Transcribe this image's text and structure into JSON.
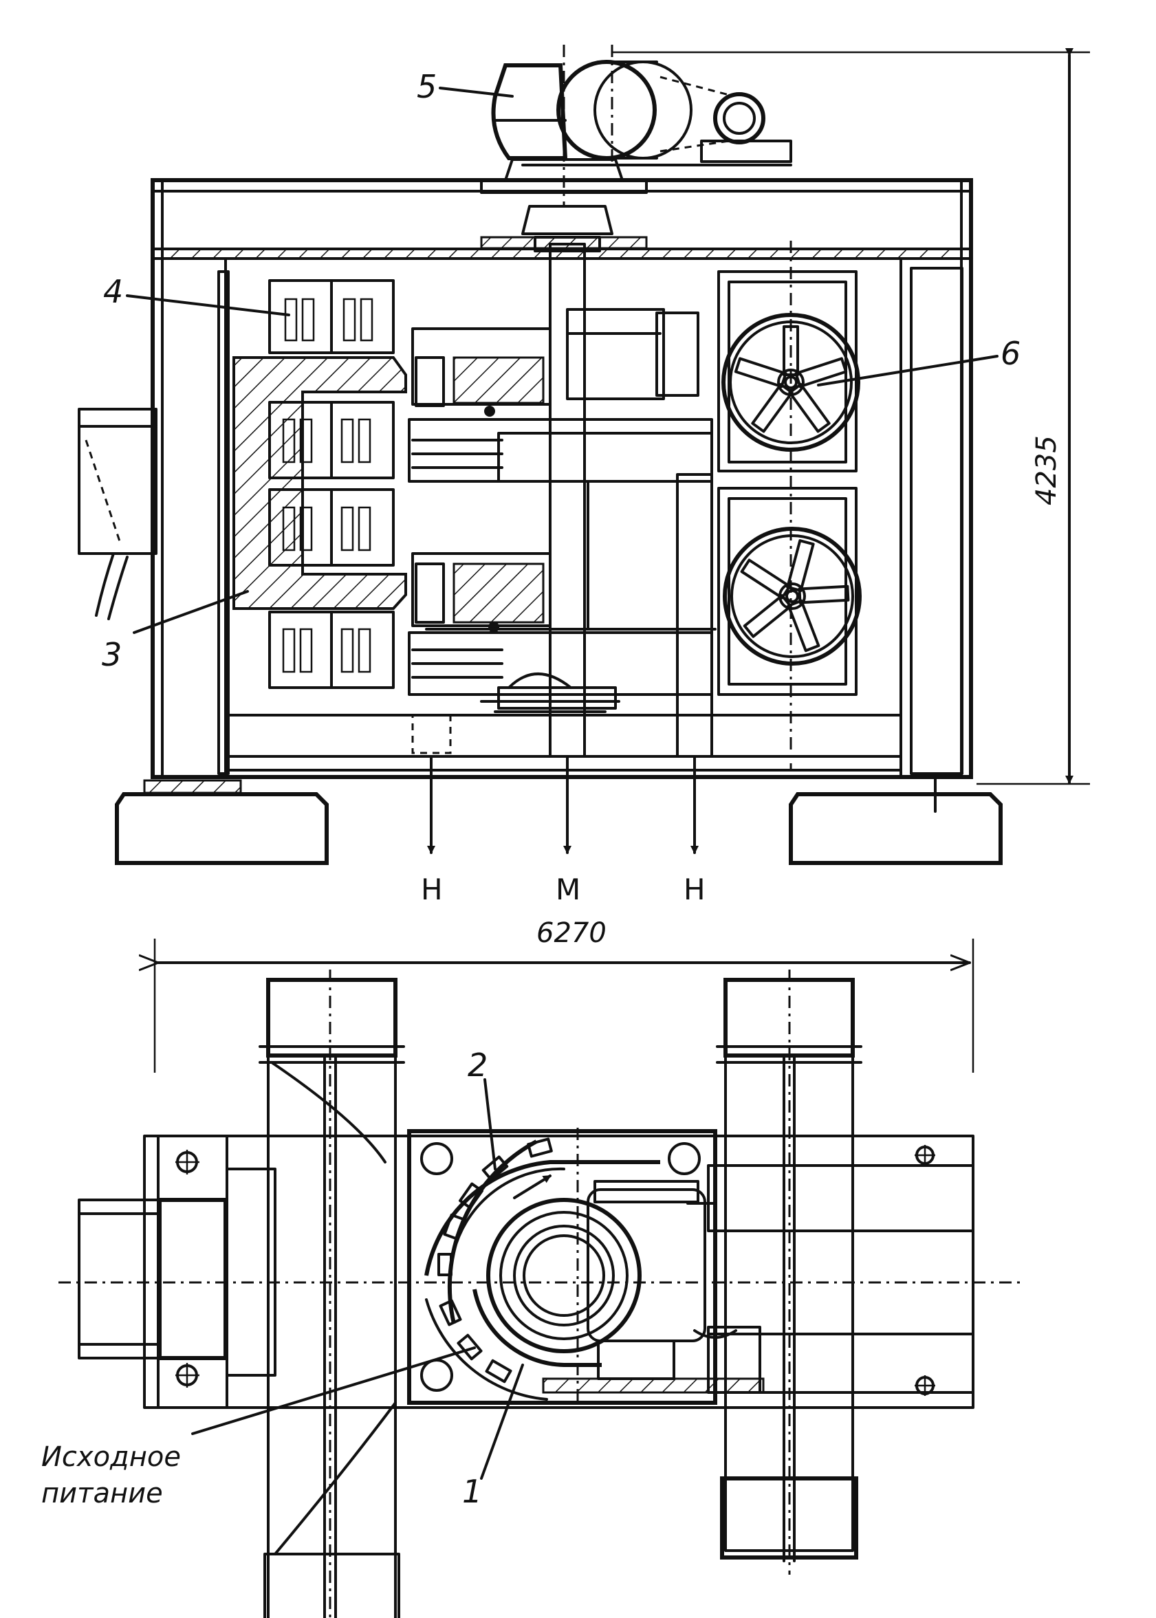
{
  "labels": {
    "item1": "1",
    "item2": "2",
    "item3": "3",
    "item4": "4",
    "item5": "5",
    "item6": "6"
  },
  "dimensions": {
    "height": "4235",
    "width": "6270"
  },
  "outputs": {
    "left": "Н",
    "middle": "М",
    "right": "Н"
  },
  "feed_caption": {
    "line1": "Исходное",
    "line2": "питание"
  }
}
